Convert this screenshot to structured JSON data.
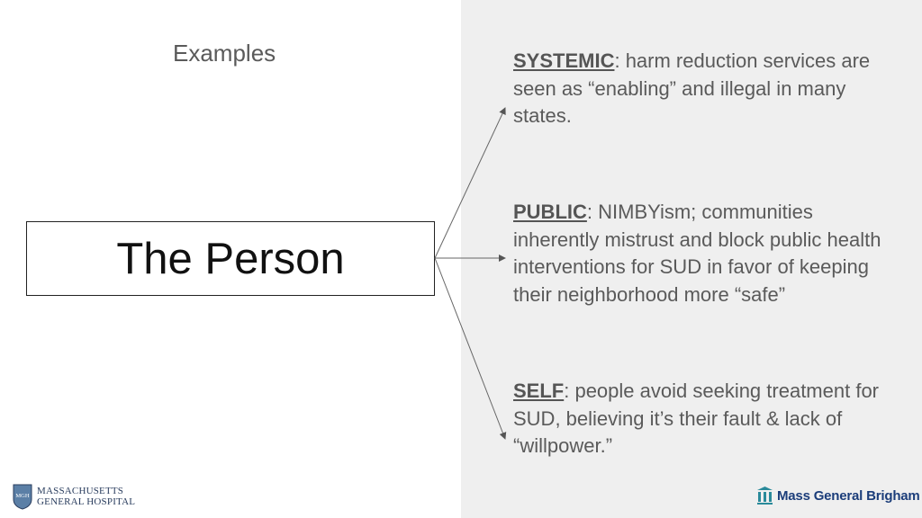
{
  "heading": "Examples",
  "center_label": "The Person",
  "items": [
    {
      "term": "SYSTEMIC",
      "text": ": harm reduction services are seen as “enabling” and illegal in many states."
    },
    {
      "term": "PUBLIC",
      "text": ": NIMBYism; communities inherently mistrust and block public health interventions for SUD in favor of keeping their neighborhood more “safe”"
    },
    {
      "term": "SELF",
      "text": ": people avoid seeking treatment for SUD, believing it’s their fault & lack of “willpower.”"
    }
  ],
  "logos": {
    "left": {
      "line1": "MASSACHUSETTS",
      "line2": "GENERAL HOSPITAL",
      "shield_text": "MGH"
    },
    "right": "Mass General Brigham"
  },
  "colors": {
    "panel_bg": "#efefef",
    "text": "#5a5a5a",
    "brand_navy": "#1b3d7a",
    "shield_blue": "#5b7fa6"
  },
  "icons": [
    "mgh-shield-icon",
    "mgb-pillars-icon",
    "arrow-icon"
  ]
}
